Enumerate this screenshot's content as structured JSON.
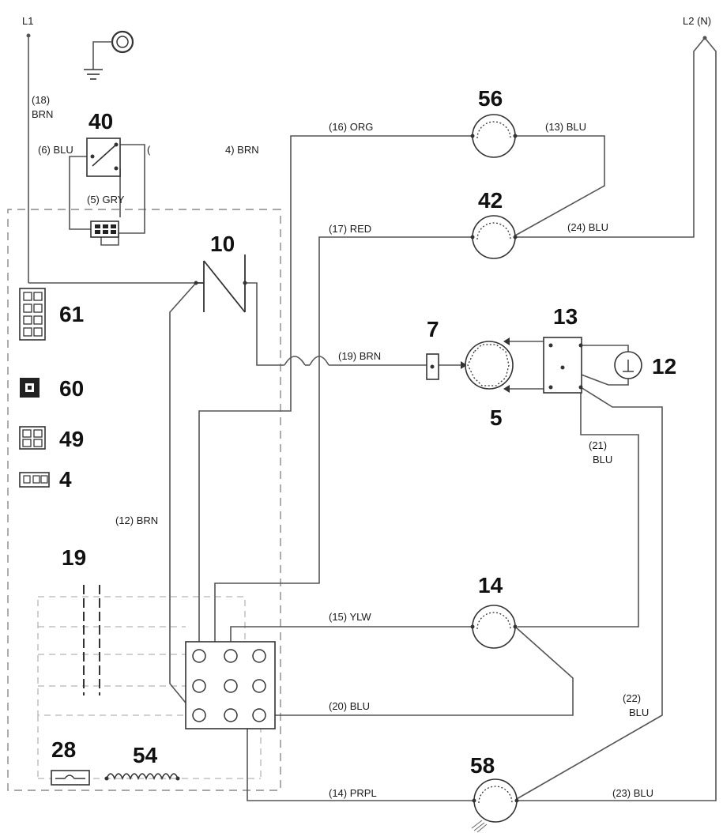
{
  "terminals": {
    "l1": "L1",
    "l2": "L2 (N)"
  },
  "components": {
    "c40": "40",
    "c10": "10",
    "c56": "56",
    "c42": "42",
    "c7": "7",
    "c13": "13",
    "c12": "12",
    "c5": "5",
    "c61": "61",
    "c60": "60",
    "c49": "49",
    "c4": "4",
    "c19": "19",
    "c14": "14",
    "c28": "28",
    "c54": "54",
    "c58": "58"
  },
  "wires": {
    "w18_num": "(18)",
    "w18_col": "BRN",
    "w6": "(6) BLU",
    "w4_paren": "(",
    "w4": "4) BRN",
    "w5": "(5) GRY",
    "w16": "(16) ORG",
    "w13": "(13) BLU",
    "w17": "(17) RED",
    "w24": "(24) BLU",
    "w19": "(19) BRN",
    "w21_num": "(21)",
    "w21_col": "BLU",
    "w12": "(12) BRN",
    "w15": "(15) YLW",
    "w20": "(20) BLU",
    "w22_num": "(22)",
    "w22_col": "BLU",
    "w14": "(14) PRPL",
    "w23": "(23) BLU"
  }
}
